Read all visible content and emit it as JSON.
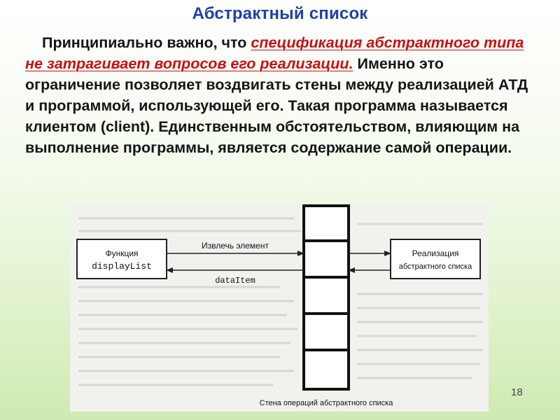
{
  "slide": {
    "title": "Абстрактный список",
    "paragraph": {
      "lead": "Принципиально важно, что ",
      "highlight": "спецификация абстрактного типа не затрагивает вопросов его реализации.",
      "rest": " Именно это ограничение позволяет воздвигать стены между реализацией АТД и программой, использующей его. Такая программа называется клиентом (client). Единственным обстоятельством, влияющим на выполнение программы, является содержание самой операции."
    },
    "page_number": "18"
  },
  "diagram": {
    "left_box_line1": "Функция",
    "left_box_line2": "displayList",
    "right_box_line1": "Реализация",
    "right_box_line2": "абстрактного списка",
    "arrow_top_label": "Извлечь элемент",
    "arrow_bottom_label": "dataItem",
    "wall_caption": "Стена операций абстрактного списка"
  },
  "colors": {
    "title": "#1f3fa8",
    "highlight": "#c81010",
    "text": "#151515"
  }
}
